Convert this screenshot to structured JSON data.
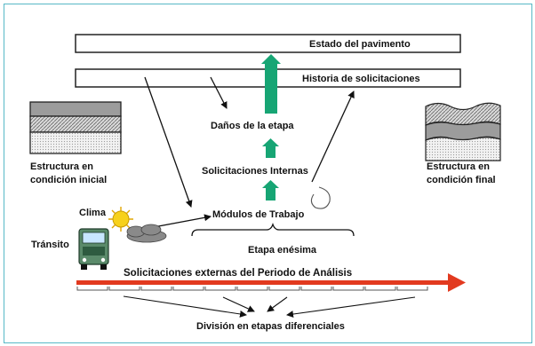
{
  "diagram": {
    "bars": {
      "estado": "Estado del pavimento",
      "historia": "Historia de solicitaciones"
    },
    "steps": {
      "danos": "Daños de la etapa",
      "internas": "Solicitaciones Internas",
      "modulos": "Módulos de Trabajo",
      "etapa": "Etapa enésima"
    },
    "left_structure": [
      "Estructura en",
      "condición inicial"
    ],
    "right_structure": [
      "Estructura en",
      "condición final"
    ],
    "clima": "Clima",
    "transito": "Tránsito",
    "timeline": "Solicitaciones externas del Periodo de Análisis",
    "division": "División en etapas diferenciales",
    "colors": {
      "green_arrow": "#17a574",
      "red_arrow": "#e23a1f",
      "frame_border": "#57b8c6",
      "sun": "#f7d11a",
      "truck": "#5a8a6a"
    }
  }
}
